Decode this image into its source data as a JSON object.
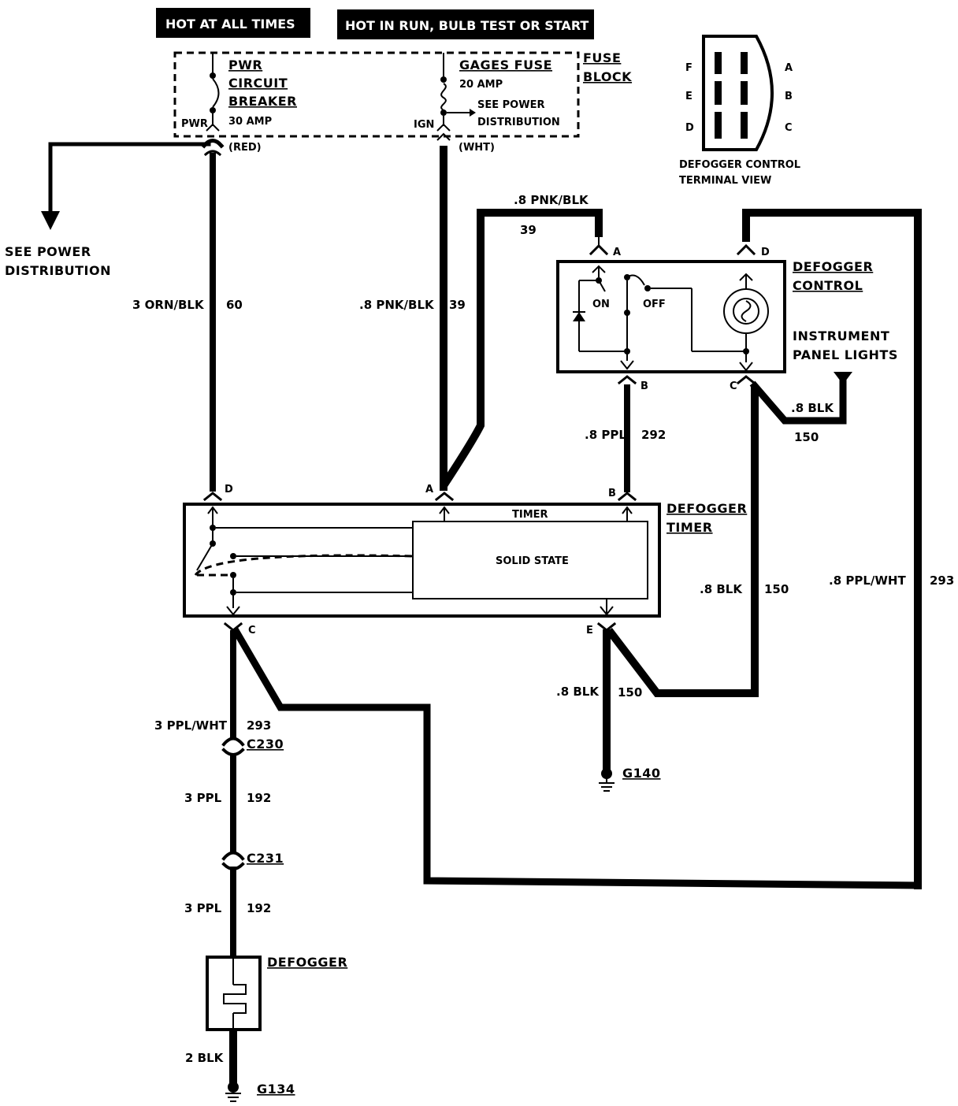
{
  "banners": {
    "hot_at_all_times": "HOT AT ALL TIMES",
    "hot_in_run": "HOT IN RUN, BULB TEST OR START"
  },
  "fuse_block": {
    "label_line1": "FUSE",
    "label_line2": "BLOCK",
    "breaker": {
      "line1": "PWR",
      "line2": "CIRCUIT",
      "line3": "BREAKER",
      "rating": "30 AMP",
      "terminal": "PWR",
      "wire_color": "(RED)"
    },
    "fuse": {
      "name": "GAGES FUSE",
      "rating": "20 AMP",
      "note_line1": "SEE POWER",
      "note_line2": "DISTRIBUTION",
      "terminal": "IGN",
      "wire_color": "(WHT)"
    }
  },
  "power_note": {
    "line1": "SEE POWER",
    "line2": "DISTRIBUTION"
  },
  "terminal_view": {
    "left_pins": [
      "F",
      "E",
      "D"
    ],
    "right_pins": [
      "A",
      "B",
      "C"
    ],
    "caption_line1": "DEFOGGER CONTROL",
    "caption_line2": "TERMINAL VIEW"
  },
  "wires": {
    "orn_blk": {
      "gauge_color": "3 ORN/BLK",
      "circuit": "60"
    },
    "pnk_blk_vertical": {
      "gauge_color": ".8 PNK/BLK",
      "circuit": "39"
    },
    "pnk_blk_top": {
      "gauge_color": ".8 PNK/BLK",
      "circuit": "39"
    },
    "ppl_292": {
      "gauge_color": ".8 PPL",
      "circuit": "292"
    },
    "blk_lights": {
      "gauge_color": ".8 BLK",
      "circuit": "150"
    },
    "blk_mid": {
      "gauge_color": ".8 BLK",
      "circuit": "150"
    },
    "blk_ground": {
      "gauge_color": ".8 BLK",
      "circuit": "150"
    },
    "ppl_wht_right": {
      "gauge_color": ".8 PPL/WHT",
      "circuit": "293"
    },
    "ppl_wht_left": {
      "gauge_color": "3 PPL/WHT",
      "circuit": "293"
    },
    "ppl_192_a": {
      "gauge_color": "3 PPL",
      "circuit": "192"
    },
    "ppl_192_b": {
      "gauge_color": "3 PPL",
      "circuit": "192"
    },
    "blk_2": {
      "gauge_color": "2 BLK"
    }
  },
  "defogger_control": {
    "title_line1": "DEFOGGER",
    "title_line2": "CONTROL",
    "on_label": "ON",
    "off_label": "OFF",
    "pins": {
      "a": "A",
      "b": "B",
      "c": "C",
      "d": "D"
    },
    "panel_lights_line1": "INSTRUMENT",
    "panel_lights_line2": "PANEL LIGHTS"
  },
  "defogger_timer": {
    "title_line1": "DEFOGGER",
    "title_line2": "TIMER",
    "timer_label": "TIMER",
    "solid_state": "SOLID STATE",
    "pins": {
      "a": "A",
      "b": "B",
      "c": "C",
      "d": "D",
      "e": "E"
    }
  },
  "connectors": {
    "c230": "C230",
    "c231": "C231"
  },
  "grounds": {
    "g140": "G140",
    "g134": "G134"
  },
  "defogger": {
    "label": "DEFOGGER"
  }
}
